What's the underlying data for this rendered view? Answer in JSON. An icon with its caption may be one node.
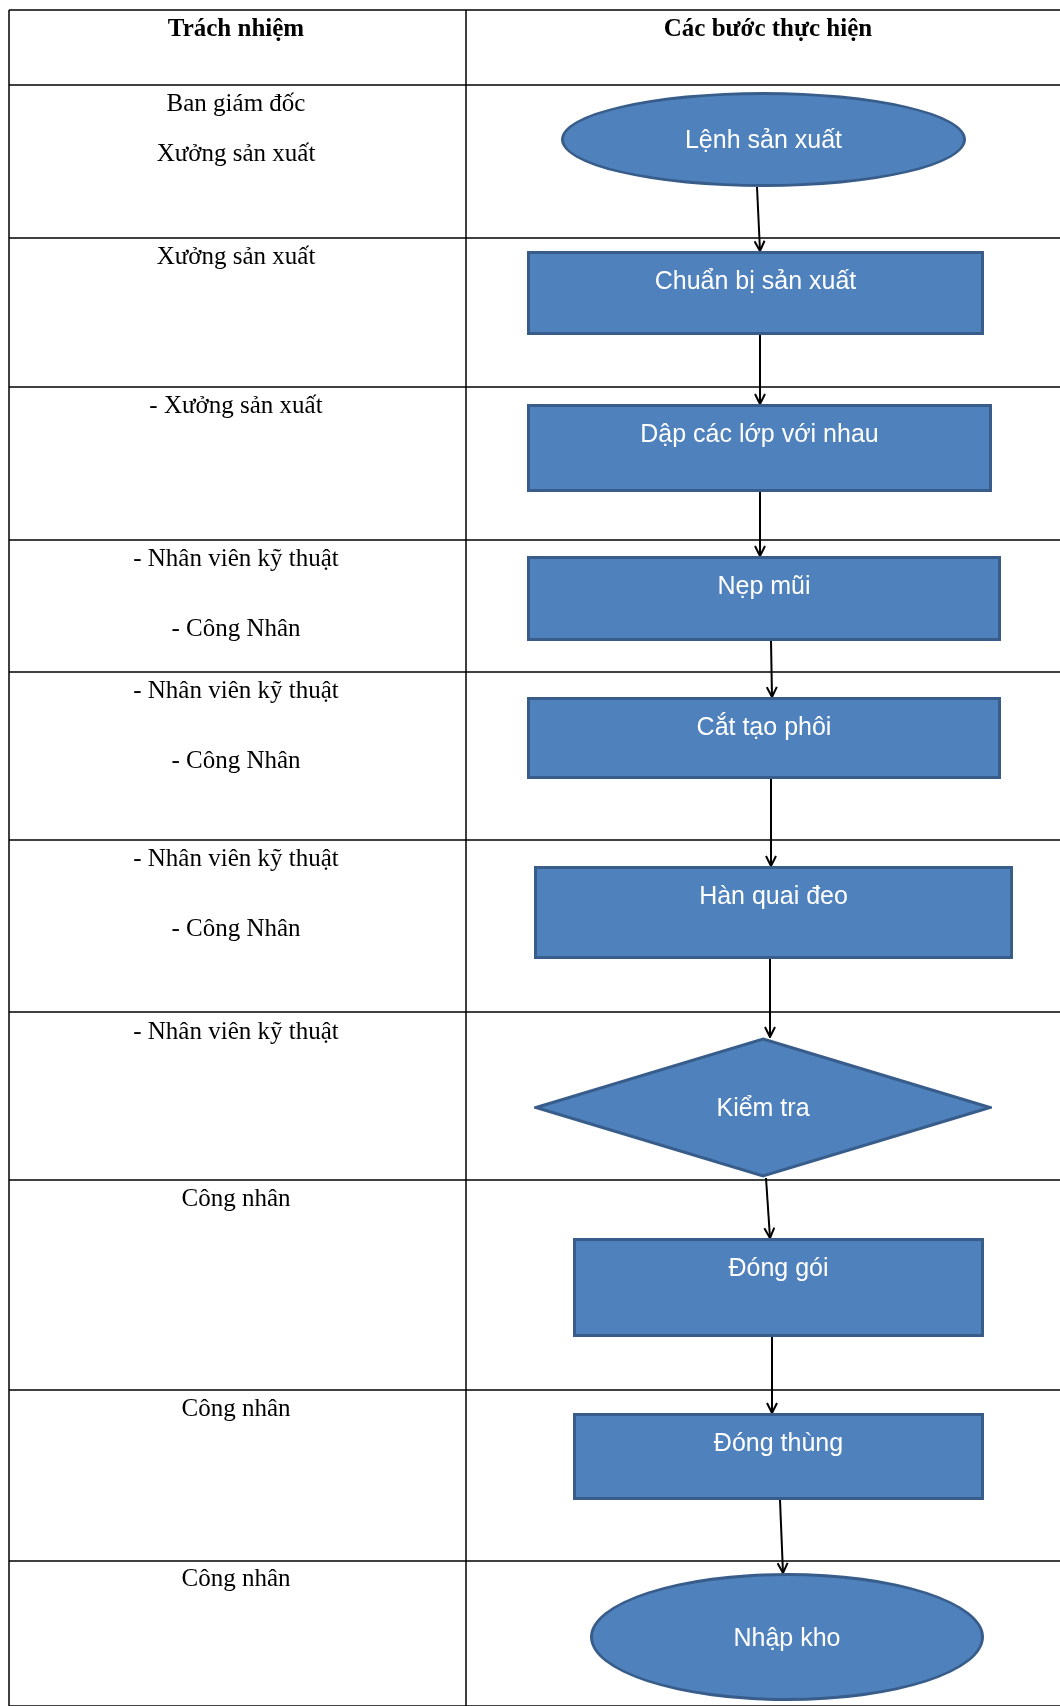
{
  "diagram": {
    "nodes": [
      {
        "text": [
          "Lệnh sản xuất"
        ]
      },
      {
        "text": [
          "Chuẩn bị sản xuất"
        ]
      },
      {
        "text": [
          "Dập các lớp với nhau"
        ]
      },
      {
        "text": [
          "Nẹp mũi"
        ]
      },
      {
        "text": [
          "Cắt tạo phôi"
        ]
      },
      {
        "text": [
          "Hàn quai đeo"
        ]
      },
      {
        "text": [
          "Kiểm tra"
        ]
      },
      {
        "text": [
          "Đóng gói"
        ]
      },
      {
        "text": [
          "Đóng thùng"
        ]
      },
      {
        "text": [
          "Nhập kho"
        ]
      }
    ],
    "edges": [
      {
        "from": 0,
        "to": 1,
        "arrow": "to"
      },
      {
        "from": 1,
        "to": 2,
        "arrow": "to"
      },
      {
        "from": 2,
        "to": 3,
        "arrow": "to"
      },
      {
        "from": 3,
        "to": 4,
        "arrow": "to"
      },
      {
        "from": 4,
        "to": 5,
        "arrow": "to"
      },
      {
        "from": 5,
        "to": 6,
        "arrow": "to"
      },
      {
        "from": 6,
        "to": 7,
        "arrow": "to"
      },
      {
        "from": 7,
        "to": 8,
        "arrow": "to"
      },
      {
        "from": 8,
        "to": 9,
        "arrow": "to"
      }
    ],
    "labels": [
      "Trách nhiệm",
      "Các bước thực hiện",
      "Ban giám đốc",
      "Xưởng sản xuất",
      "Xưởng sản xuất",
      "- Xưởng sản xuất",
      "- Nhân viên kỹ thuật",
      "- Công Nhân",
      "- Nhân viên kỹ thuật",
      "- Công Nhân",
      "- Nhân viên kỹ thuật",
      "- Công Nhân",
      "- Nhân viên kỹ thuật",
      "Công nhân",
      "Công nhân",
      "Công nhân"
    ]
  }
}
